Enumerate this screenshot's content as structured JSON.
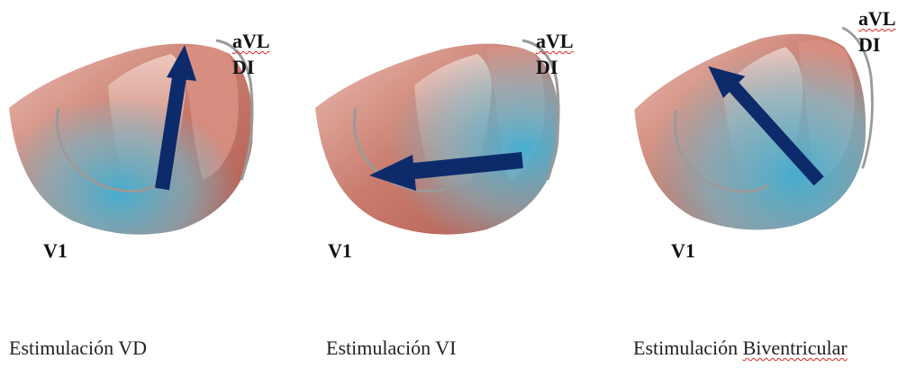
{
  "panels": [
    {
      "lead_top_1": "aVL",
      "lead_top_2": "DI",
      "lead_bottom": "V1",
      "caption_prefix": "Estimulación ",
      "caption_word": "VD",
      "arrow_direction": "up-right",
      "activation_region": "right-ventricle"
    },
    {
      "lead_top_1": "aVL",
      "lead_top_2": "DI",
      "lead_bottom": "V1",
      "caption_prefix": "Estimulación ",
      "caption_word": "VI",
      "arrow_direction": "left",
      "activation_region": "left-ventricle"
    },
    {
      "lead_top_1": "aVL",
      "lead_top_2": "DI",
      "lead_bottom": "V1",
      "caption_prefix": "Estimulación ",
      "caption_word": "Biventricular",
      "arrow_direction": "up-left",
      "activation_region": "both-ventricles"
    }
  ],
  "colors": {
    "muscle": "#c8796c",
    "muscle_light": "#e6b2a6",
    "activation": "#4fb3cf",
    "vector_arrow": "#0d2b6b",
    "electrode_wire": "#9a9a9a"
  }
}
